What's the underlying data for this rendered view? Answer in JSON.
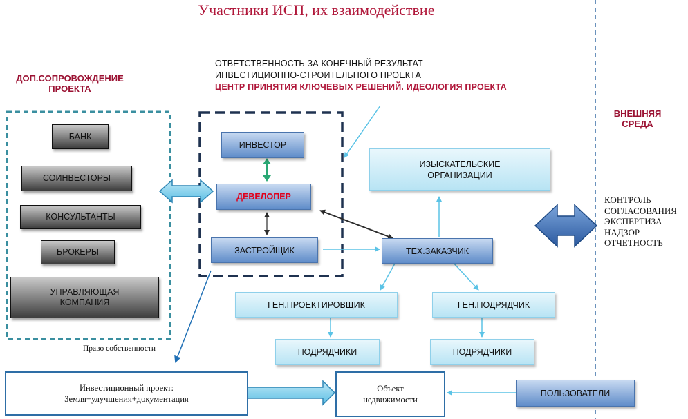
{
  "title": "Участники ИСП, их взаимодействие",
  "left_group": {
    "heading_line1": "ДОП.СОПРОВОЖДЕНИЕ",
    "heading_line2": "ПРОЕКТА",
    "items": [
      "БАНК",
      "СОИНВЕСТОРЫ",
      "КОНСУЛЬТАНТЫ",
      "БРОКЕРЫ",
      "УПРАВЛЯЮЩАЯ КОМПАНИЯ"
    ]
  },
  "responsibility": {
    "line1": "ОТВЕТСТВЕННОСТЬ ЗА КОНЕЧНЫЙ РЕЗУЛЬТАТ",
    "line2": "ИНВЕСТИЦИОННО-СТРОИТЕЛЬНОГО  ПРОЕКТА",
    "line3": "ЦЕНТР ПРИНЯТИЯ КЛЮЧЕВЫХ РЕШЕНИЙ. ИДЕОЛОГИЯ ПРОЕКТА"
  },
  "core": {
    "investor": "ИНВЕСТОР",
    "developer": "ДЕВЕЛОПЕР",
    "zastroyshchik": "ЗАСТРОЙЩИК"
  },
  "survey": "ИЗЫСКАТЕЛЬСКИЕ ОРГАНИЗАЦИИ",
  "tech_customer": "ТЕХ.ЗАКАЗЧИК",
  "gen_designer": "ГЕН.ПРОЕКТИРОВЩИК",
  "gen_contractor": "ГЕН.ПОДРЯДЧИК",
  "subcontractors_left": "ПОДРЯДЧИКИ",
  "subcontractors_right": "ПОДРЯДЧИКИ",
  "external": {
    "heading_line1": "ВНЕШНЯЯ",
    "heading_line2": "СРЕДА",
    "items": [
      "КОНТРОЛЬ",
      "СОГЛАСОВАНИЯ",
      "ЭКСПЕРТИЗА",
      "НАДЗОР",
      "ОТЧЕТНОСТЬ"
    ]
  },
  "ownership_label": "Право собственности",
  "investment_project": {
    "line1": "Инвестиционный проект:",
    "line2": "Земля+улучшения+документация"
  },
  "real_estate": {
    "line1": "Объект",
    "line2": "недвижимости"
  },
  "users": "ПОЛЬЗОВАТЕЛИ",
  "colors": {
    "title": "#b0173a",
    "developer_text": "#e0001b",
    "dashed_teal": "#3a8fa0",
    "dashed_navy": "#1f3250"
  }
}
